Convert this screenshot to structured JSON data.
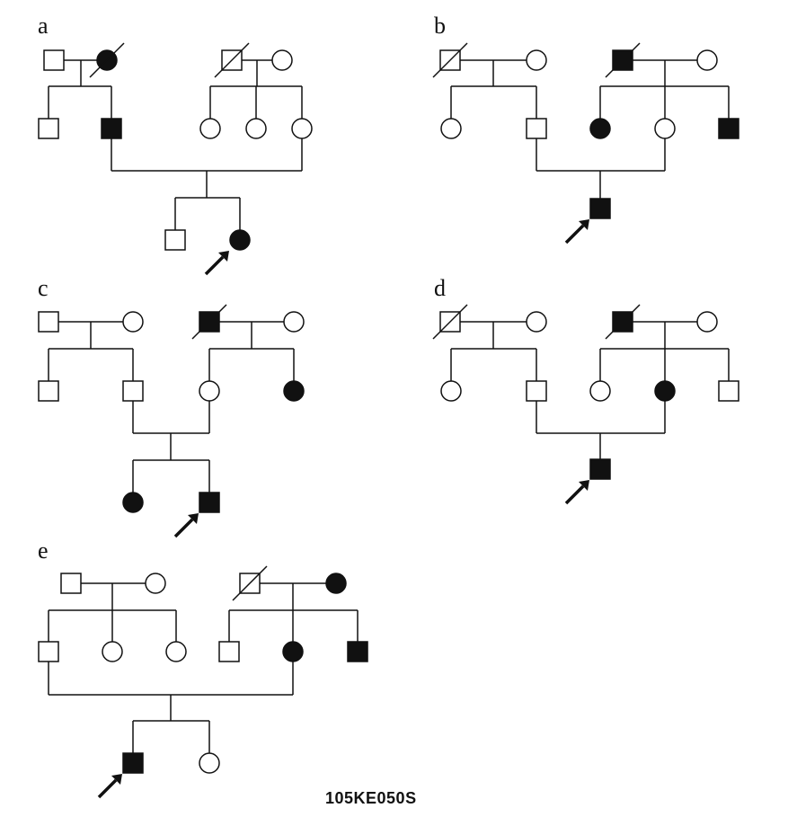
{
  "code": "105KE050S",
  "colors": {
    "affected": "#111111",
    "unaffected": "#ffffff",
    "line": "#111111"
  },
  "panels": [
    {
      "id": "a",
      "individuals": [
        {
          "id": "a-I1",
          "sex": "male",
          "affected": false,
          "deceased": false,
          "proband": false
        },
        {
          "id": "a-I2",
          "sex": "female",
          "affected": true,
          "deceased": true,
          "proband": false
        },
        {
          "id": "a-I3",
          "sex": "male",
          "affected": false,
          "deceased": true,
          "proband": false
        },
        {
          "id": "a-I4",
          "sex": "female",
          "affected": false,
          "deceased": false,
          "proband": false
        },
        {
          "id": "a-II1",
          "sex": "male",
          "affected": false,
          "deceased": false,
          "proband": false
        },
        {
          "id": "a-II2",
          "sex": "male",
          "affected": true,
          "deceased": false,
          "proband": false
        },
        {
          "id": "a-II3",
          "sex": "female",
          "affected": false,
          "deceased": false,
          "proband": false
        },
        {
          "id": "a-II4",
          "sex": "female",
          "affected": false,
          "deceased": false,
          "proband": false
        },
        {
          "id": "a-II5",
          "sex": "female",
          "affected": false,
          "deceased": false,
          "proband": false
        },
        {
          "id": "a-III1",
          "sex": "male",
          "affected": false,
          "deceased": false,
          "proband": false
        },
        {
          "id": "a-III2",
          "sex": "female",
          "affected": true,
          "deceased": false,
          "proband": true
        }
      ]
    },
    {
      "id": "b",
      "individuals": [
        {
          "id": "b-I1",
          "sex": "male",
          "affected": false,
          "deceased": true,
          "proband": false
        },
        {
          "id": "b-I2",
          "sex": "female",
          "affected": false,
          "deceased": false,
          "proband": false
        },
        {
          "id": "b-I3",
          "sex": "male",
          "affected": true,
          "deceased": true,
          "proband": false
        },
        {
          "id": "b-I4",
          "sex": "female",
          "affected": false,
          "deceased": false,
          "proband": false
        },
        {
          "id": "b-II1",
          "sex": "female",
          "affected": false,
          "deceased": false,
          "proband": false
        },
        {
          "id": "b-II2",
          "sex": "male",
          "affected": false,
          "deceased": false,
          "proband": false
        },
        {
          "id": "b-II3",
          "sex": "female",
          "affected": true,
          "deceased": false,
          "proband": false
        },
        {
          "id": "b-II4",
          "sex": "female",
          "affected": false,
          "deceased": false,
          "proband": false
        },
        {
          "id": "b-II5",
          "sex": "male",
          "affected": true,
          "deceased": false,
          "proband": false
        },
        {
          "id": "b-III1",
          "sex": "male",
          "affected": true,
          "deceased": false,
          "proband": true
        }
      ]
    },
    {
      "id": "c",
      "individuals": [
        {
          "id": "c-I1",
          "sex": "male",
          "affected": false,
          "deceased": false,
          "proband": false
        },
        {
          "id": "c-I2",
          "sex": "female",
          "affected": false,
          "deceased": false,
          "proband": false
        },
        {
          "id": "c-I3",
          "sex": "male",
          "affected": true,
          "deceased": true,
          "proband": false
        },
        {
          "id": "c-I4",
          "sex": "female",
          "affected": false,
          "deceased": false,
          "proband": false
        },
        {
          "id": "c-II1",
          "sex": "male",
          "affected": false,
          "deceased": false,
          "proband": false
        },
        {
          "id": "c-II2",
          "sex": "male",
          "affected": false,
          "deceased": false,
          "proband": false
        },
        {
          "id": "c-II3",
          "sex": "female",
          "affected": false,
          "deceased": false,
          "proband": false
        },
        {
          "id": "c-II4",
          "sex": "female",
          "affected": true,
          "deceased": false,
          "proband": false
        },
        {
          "id": "c-III1",
          "sex": "female",
          "affected": true,
          "deceased": false,
          "proband": false
        },
        {
          "id": "c-III2",
          "sex": "male",
          "affected": true,
          "deceased": false,
          "proband": true
        }
      ]
    },
    {
      "id": "d",
      "individuals": [
        {
          "id": "d-I1",
          "sex": "male",
          "affected": false,
          "deceased": true,
          "proband": false
        },
        {
          "id": "d-I2",
          "sex": "female",
          "affected": false,
          "deceased": false,
          "proband": false
        },
        {
          "id": "d-I3",
          "sex": "male",
          "affected": true,
          "deceased": true,
          "proband": false
        },
        {
          "id": "d-I4",
          "sex": "female",
          "affected": false,
          "deceased": false,
          "proband": false
        },
        {
          "id": "d-II1",
          "sex": "female",
          "affected": false,
          "deceased": false,
          "proband": false
        },
        {
          "id": "d-II2",
          "sex": "male",
          "affected": false,
          "deceased": false,
          "proband": false
        },
        {
          "id": "d-II3",
          "sex": "female",
          "affected": false,
          "deceased": false,
          "proband": false
        },
        {
          "id": "d-II4",
          "sex": "female",
          "affected": true,
          "deceased": false,
          "proband": false
        },
        {
          "id": "d-II5",
          "sex": "male",
          "affected": false,
          "deceased": false,
          "proband": false
        },
        {
          "id": "d-III1",
          "sex": "male",
          "affected": true,
          "deceased": false,
          "proband": true
        }
      ]
    },
    {
      "id": "e",
      "individuals": [
        {
          "id": "e-I1",
          "sex": "male",
          "affected": false,
          "deceased": false,
          "proband": false
        },
        {
          "id": "e-I2",
          "sex": "female",
          "affected": false,
          "deceased": false,
          "proband": false
        },
        {
          "id": "e-I3",
          "sex": "male",
          "affected": false,
          "deceased": true,
          "proband": false
        },
        {
          "id": "e-I4",
          "sex": "female",
          "affected": true,
          "deceased": false,
          "proband": false
        },
        {
          "id": "e-II1",
          "sex": "male",
          "affected": false,
          "deceased": false,
          "proband": false
        },
        {
          "id": "e-II2",
          "sex": "female",
          "affected": false,
          "deceased": false,
          "proband": false
        },
        {
          "id": "e-II3",
          "sex": "female",
          "affected": false,
          "deceased": false,
          "proband": false
        },
        {
          "id": "e-II4",
          "sex": "male",
          "affected": false,
          "deceased": false,
          "proband": false
        },
        {
          "id": "e-II5",
          "sex": "female",
          "affected": true,
          "deceased": false,
          "proband": false
        },
        {
          "id": "e-II6",
          "sex": "male",
          "affected": true,
          "deceased": false,
          "proband": false
        },
        {
          "id": "e-III1",
          "sex": "male",
          "affected": true,
          "deceased": false,
          "proband": true
        },
        {
          "id": "e-III2",
          "sex": "female",
          "affected": false,
          "deceased": false,
          "proband": false
        }
      ]
    }
  ]
}
